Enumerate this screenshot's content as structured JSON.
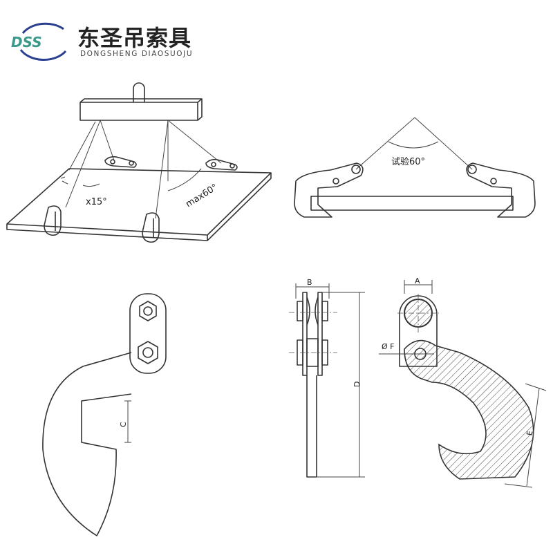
{
  "logo": {
    "mark": "DSS",
    "name_cn": "东圣吊索具",
    "name_en": "DONGSHENG DIAOSUOJU",
    "colors": {
      "arc": "#2a3f8f",
      "letters": "#3a9a8a"
    }
  },
  "diagram": {
    "lift_view": {
      "angle_tilt": "x15°",
      "angle_max": "max60°"
    },
    "test_view": {
      "angle_test": "试验60°"
    },
    "dimensions": {
      "A": "A",
      "B": "B",
      "C": "C",
      "D": "D",
      "E": "E",
      "F": "Ø F"
    }
  }
}
